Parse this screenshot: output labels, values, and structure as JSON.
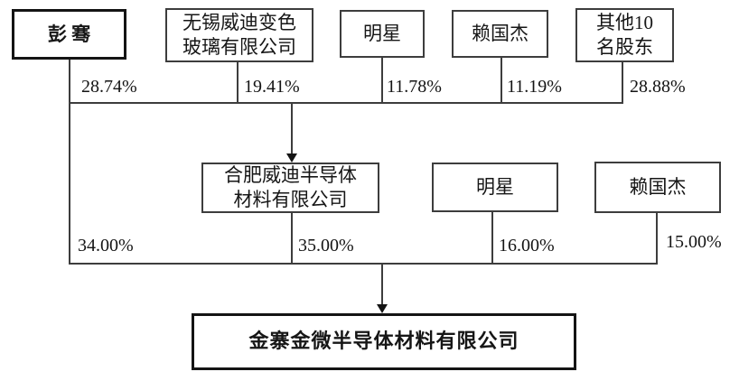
{
  "shareholding_diagram": {
    "rows": {
      "top": [
        {
          "label": "彭 骞",
          "percent": "28.74%"
        },
        {
          "label": "无锡威迪变色\n玻璃有限公司",
          "percent": "19.41%"
        },
        {
          "label": "明星",
          "percent": "11.78%"
        },
        {
          "label": "赖国杰",
          "percent": "11.19%"
        },
        {
          "label": "其他10\n名股东",
          "percent": "28.88%"
        }
      ],
      "pengqian_direct_percent": "34.00%",
      "middle": [
        {
          "label": "合肥威迪半导体\n材料有限公司",
          "percent": "35.00%"
        },
        {
          "label": "明星",
          "percent": "16.00%"
        },
        {
          "label": "赖国杰",
          "percent": "15.00%"
        }
      ],
      "bottom": {
        "label": "金寨金微半导体材料有限公司"
      }
    },
    "colors": {
      "line": "#3d3d3d",
      "text": "#141414",
      "background": "#ffffff"
    }
  }
}
